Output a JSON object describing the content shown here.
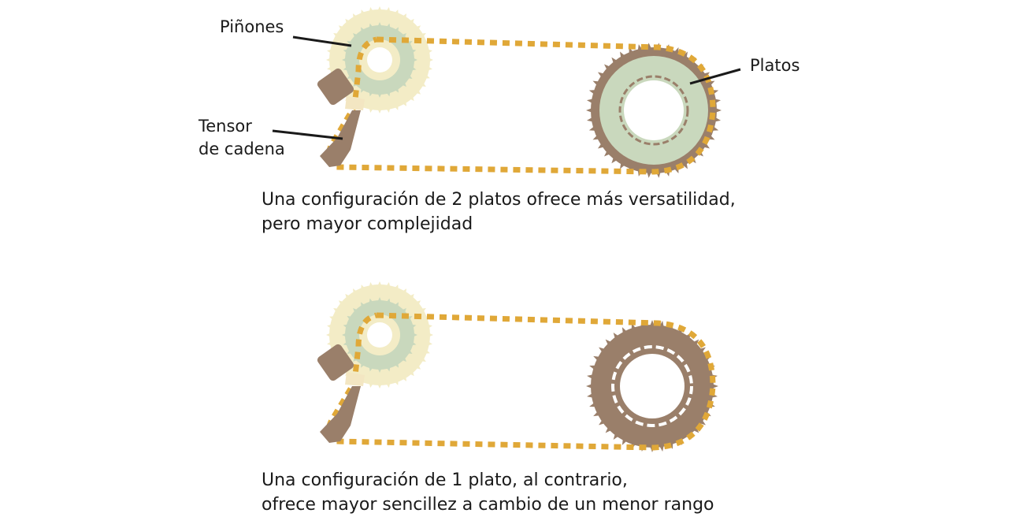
{
  "labels": {
    "pinones": "Piñones",
    "platos": "Platos",
    "tensor_line1": "Tensor",
    "tensor_line2": "de cadena"
  },
  "captions": {
    "top": [
      "Una configuración de 2 platos ofrece más versatilidad,",
      "pero mayor complejidad"
    ],
    "bottom": [
      "Una configuración de 1 plato, al contrario,",
      "ofrece mayor sencillez a cambio de un menor rango"
    ]
  },
  "colors": {
    "chain": "#e0a838",
    "cog_light": "#f3ecc6",
    "cog_green": "#c9d8bd",
    "ring_brown": "#9a7f6a",
    "derailleur": "#9a7f6a",
    "derailleur_pulley": "#f3e6c2",
    "leader_line": "#1a1a1a"
  },
  "icons": {
    "cassette": "cassette-icon",
    "chainring_double": "double-chainring-icon",
    "chainring_single": "single-chainring-icon",
    "derailleur": "derailleur-icon",
    "chain": "chain-icon"
  }
}
